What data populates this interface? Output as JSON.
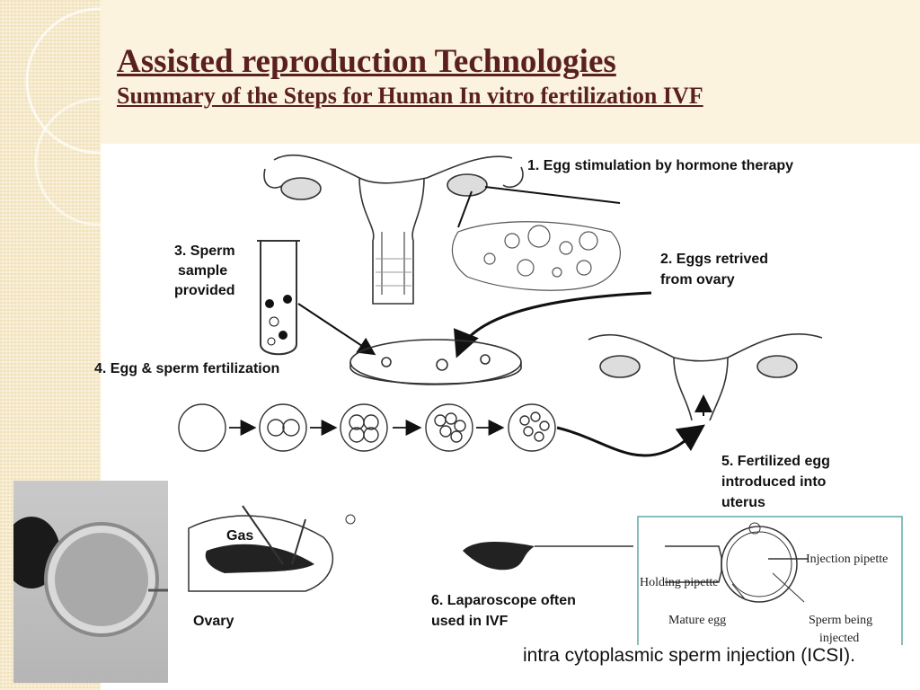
{
  "slide": {
    "title": "Assisted reproduction Technologies",
    "subtitle": "Summary of the Steps for Human In vitro fertilization IVF"
  },
  "steps": {
    "s1": "1. Egg stimulation by hormone therapy",
    "s2_line1": "2. Eggs retrived",
    "s2_line2": "from ovary",
    "s3_line1": "3. Sperm",
    "s3_line2": "sample",
    "s3_line3": "provided",
    "s4": "4. Egg & sperm fertilization",
    "s5_line1": "5. Fertilized egg",
    "s5_line2": "introduced into",
    "s5_line3": "uterus",
    "s6_line1": "6. Laparoscope often",
    "s6_line2": "used in IVF"
  },
  "laparoscope_labels": {
    "gas": "Gas",
    "ovary": "Ovary"
  },
  "icsi_labels": {
    "injection_pipette": "Injection pipette",
    "holding_pipette": "Holding pipette",
    "mature_egg": "Mature egg",
    "sperm_line1": "Sperm being",
    "sperm_line2": "injected"
  },
  "caption": "intra cytoplasmic sperm injection (ICSI)."
}
